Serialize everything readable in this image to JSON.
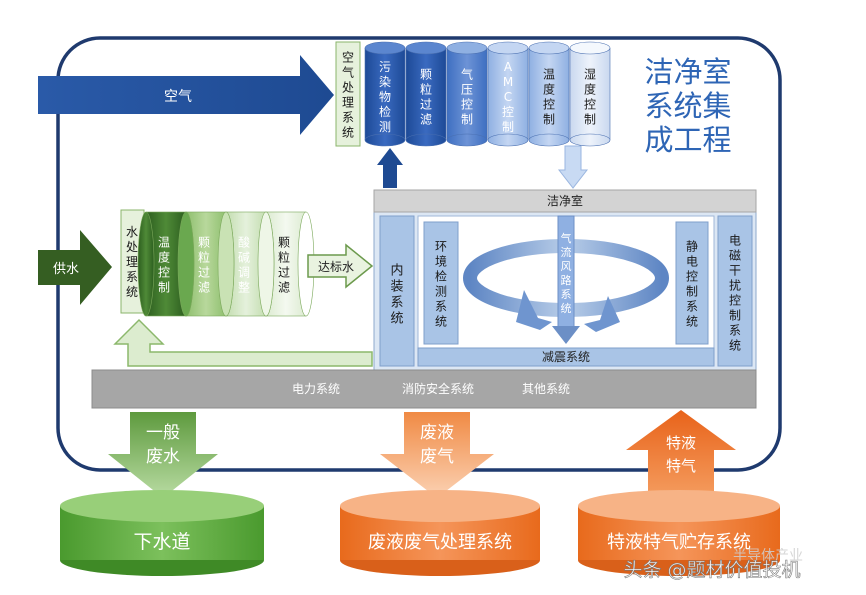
{
  "title_lines": [
    "洁净室",
    "系统集",
    "成工程"
  ],
  "colors": {
    "frame": "#1f3a6e",
    "dark_blue": "#2e5597",
    "green_dark": "#3b6e2a",
    "green_light": "#bfd9a9",
    "orange": "#f07a2a",
    "grey": "#a6a6a6",
    "light_blue": "#d6e2f2"
  },
  "air": {
    "input_label": "空气",
    "processor_label": "空气处理系统",
    "modules": [
      "污染物检测",
      "颗粒过滤",
      "气压控制",
      "AMC控制",
      "温度控制",
      "湿度控制"
    ]
  },
  "water": {
    "input_label": "供水",
    "processor_label": "水处理系统",
    "modules": [
      "温度控制",
      "颗粒过滤",
      "酸碱调整",
      "颗粒过滤"
    ],
    "output_label": "达标水"
  },
  "cleanroom": {
    "title": "洁净室",
    "interior_system": "内装系统",
    "environment_monitor": "环境检测系统",
    "airflow": "气流风路系统",
    "static_control": "静电控制系统",
    "emi_control": "电磁干扰控制系统",
    "vibration": "减震系统"
  },
  "utilities_bar": [
    "电力系统",
    "消防安全系统",
    "其他系统"
  ],
  "outputs": [
    {
      "arrow": "一般废水",
      "target": "下水道"
    },
    {
      "arrow": "废液废气",
      "target": "废液废气处理系统"
    },
    {
      "arrow": "特液特气",
      "target": "特液特气贮存系统"
    }
  ],
  "watermark": "头条 @题材价值投机",
  "watermark2": "半导体产业"
}
